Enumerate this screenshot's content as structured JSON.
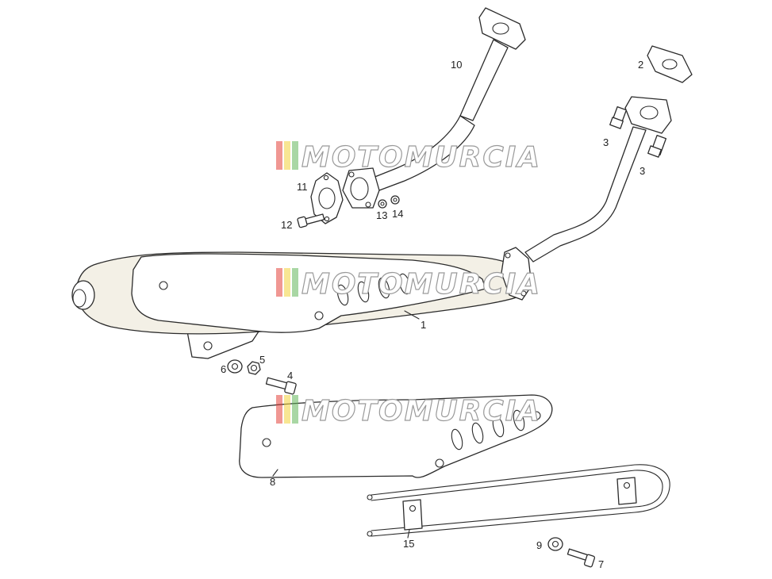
{
  "watermark": {
    "text": "MOTOMURCIA",
    "stripe_colors": [
      "#e4423b",
      "#f2d23a",
      "#63b65a"
    ]
  },
  "callouts": {
    "p1": "1",
    "p2": "2",
    "p3a": "3",
    "p3b": "3",
    "p4": "4",
    "p5": "5",
    "p6": "6",
    "p7": "7",
    "p8": "8",
    "p9": "9",
    "p10": "10",
    "p11": "11",
    "p12": "12",
    "p13": "13",
    "p14": "14",
    "p15": "15"
  }
}
